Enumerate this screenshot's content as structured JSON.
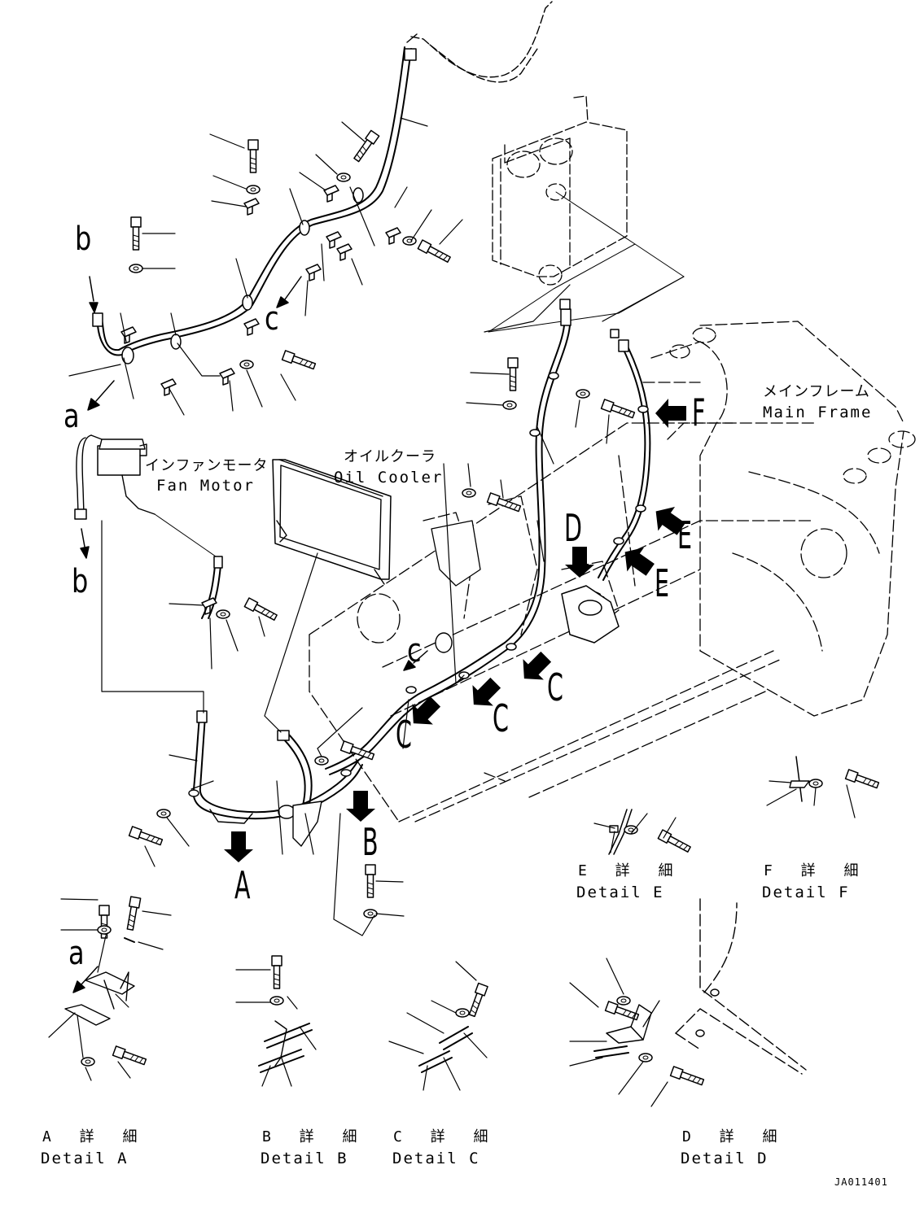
{
  "labels": {
    "fan_motor_jp": "インファンモータ",
    "fan_motor_en": "Fan Motor",
    "oil_cooler_jp": "オイルクーラ",
    "oil_cooler_en": "Oil Cooler",
    "main_frame_jp": "メインフレーム",
    "main_frame_en": "Main Frame"
  },
  "callouts": {
    "A": "A",
    "B": "B",
    "C1": "C",
    "C2": "C",
    "C3": "C",
    "D": "D",
    "E1": "E",
    "E2": "E",
    "F": "F",
    "a1": "a",
    "a2": "a",
    "b1": "b",
    "b2": "b",
    "c1": "c",
    "c2": "c"
  },
  "details": {
    "A": {
      "jp": "A 詳 細",
      "en": "Detail A"
    },
    "B": {
      "jp": "B 詳 細",
      "en": "Detail B"
    },
    "C": {
      "jp": "C 詳 細",
      "en": "Detail C"
    },
    "D": {
      "jp": "D 詳 細",
      "en": "Detail D"
    },
    "E": {
      "jp": "E 詳 細",
      "en": "Detail E"
    },
    "F": {
      "jp": "F 詳 細",
      "en": "Detail F"
    }
  },
  "drawing_code": "JA011401"
}
